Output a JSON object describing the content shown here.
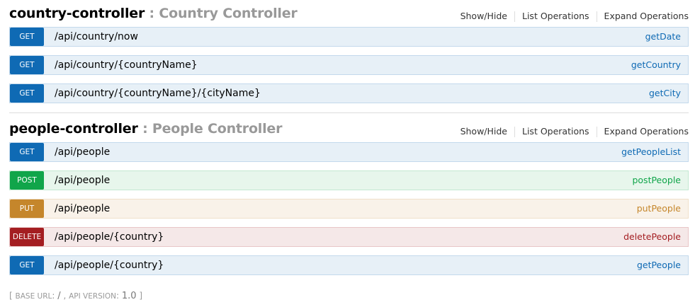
{
  "controllers": [
    {
      "name": "country-controller",
      "description": "Country Controller",
      "links": {
        "show_hide": "Show/Hide",
        "list_operations": "List Operations",
        "expand_operations": "Expand Operations"
      },
      "operations": [
        {
          "method": "GET",
          "path": "/api/country/now",
          "nickname": "getDate"
        },
        {
          "method": "GET",
          "path": "/api/country/{countryName}",
          "nickname": "getCountry"
        },
        {
          "method": "GET",
          "path": "/api/country/{countryName}/{cityName}",
          "nickname": "getCity"
        }
      ]
    },
    {
      "name": "people-controller",
      "description": "People Controller",
      "links": {
        "show_hide": "Show/Hide",
        "list_operations": "List Operations",
        "expand_operations": "Expand Operations"
      },
      "operations": [
        {
          "method": "GET",
          "path": "/api/people",
          "nickname": "getPeopleList"
        },
        {
          "method": "POST",
          "path": "/api/people",
          "nickname": "postPeople"
        },
        {
          "method": "PUT",
          "path": "/api/people",
          "nickname": "putPeople"
        },
        {
          "method": "DELETE",
          "path": "/api/people/{country}",
          "nickname": "deletePeople"
        },
        {
          "method": "GET",
          "path": "/api/people/{country}",
          "nickname": "getPeople"
        }
      ]
    }
  ],
  "footer": {
    "open_bracket": "[",
    "base_url_label": "BASE URL",
    "base_url_value": "/",
    "api_version_label": "API VERSION",
    "api_version_value": "1.0",
    "close_bracket": "]"
  },
  "colors": {
    "get": "#0f6ab4",
    "post": "#10a54a",
    "put": "#c5862b",
    "delete": "#a41e22"
  }
}
